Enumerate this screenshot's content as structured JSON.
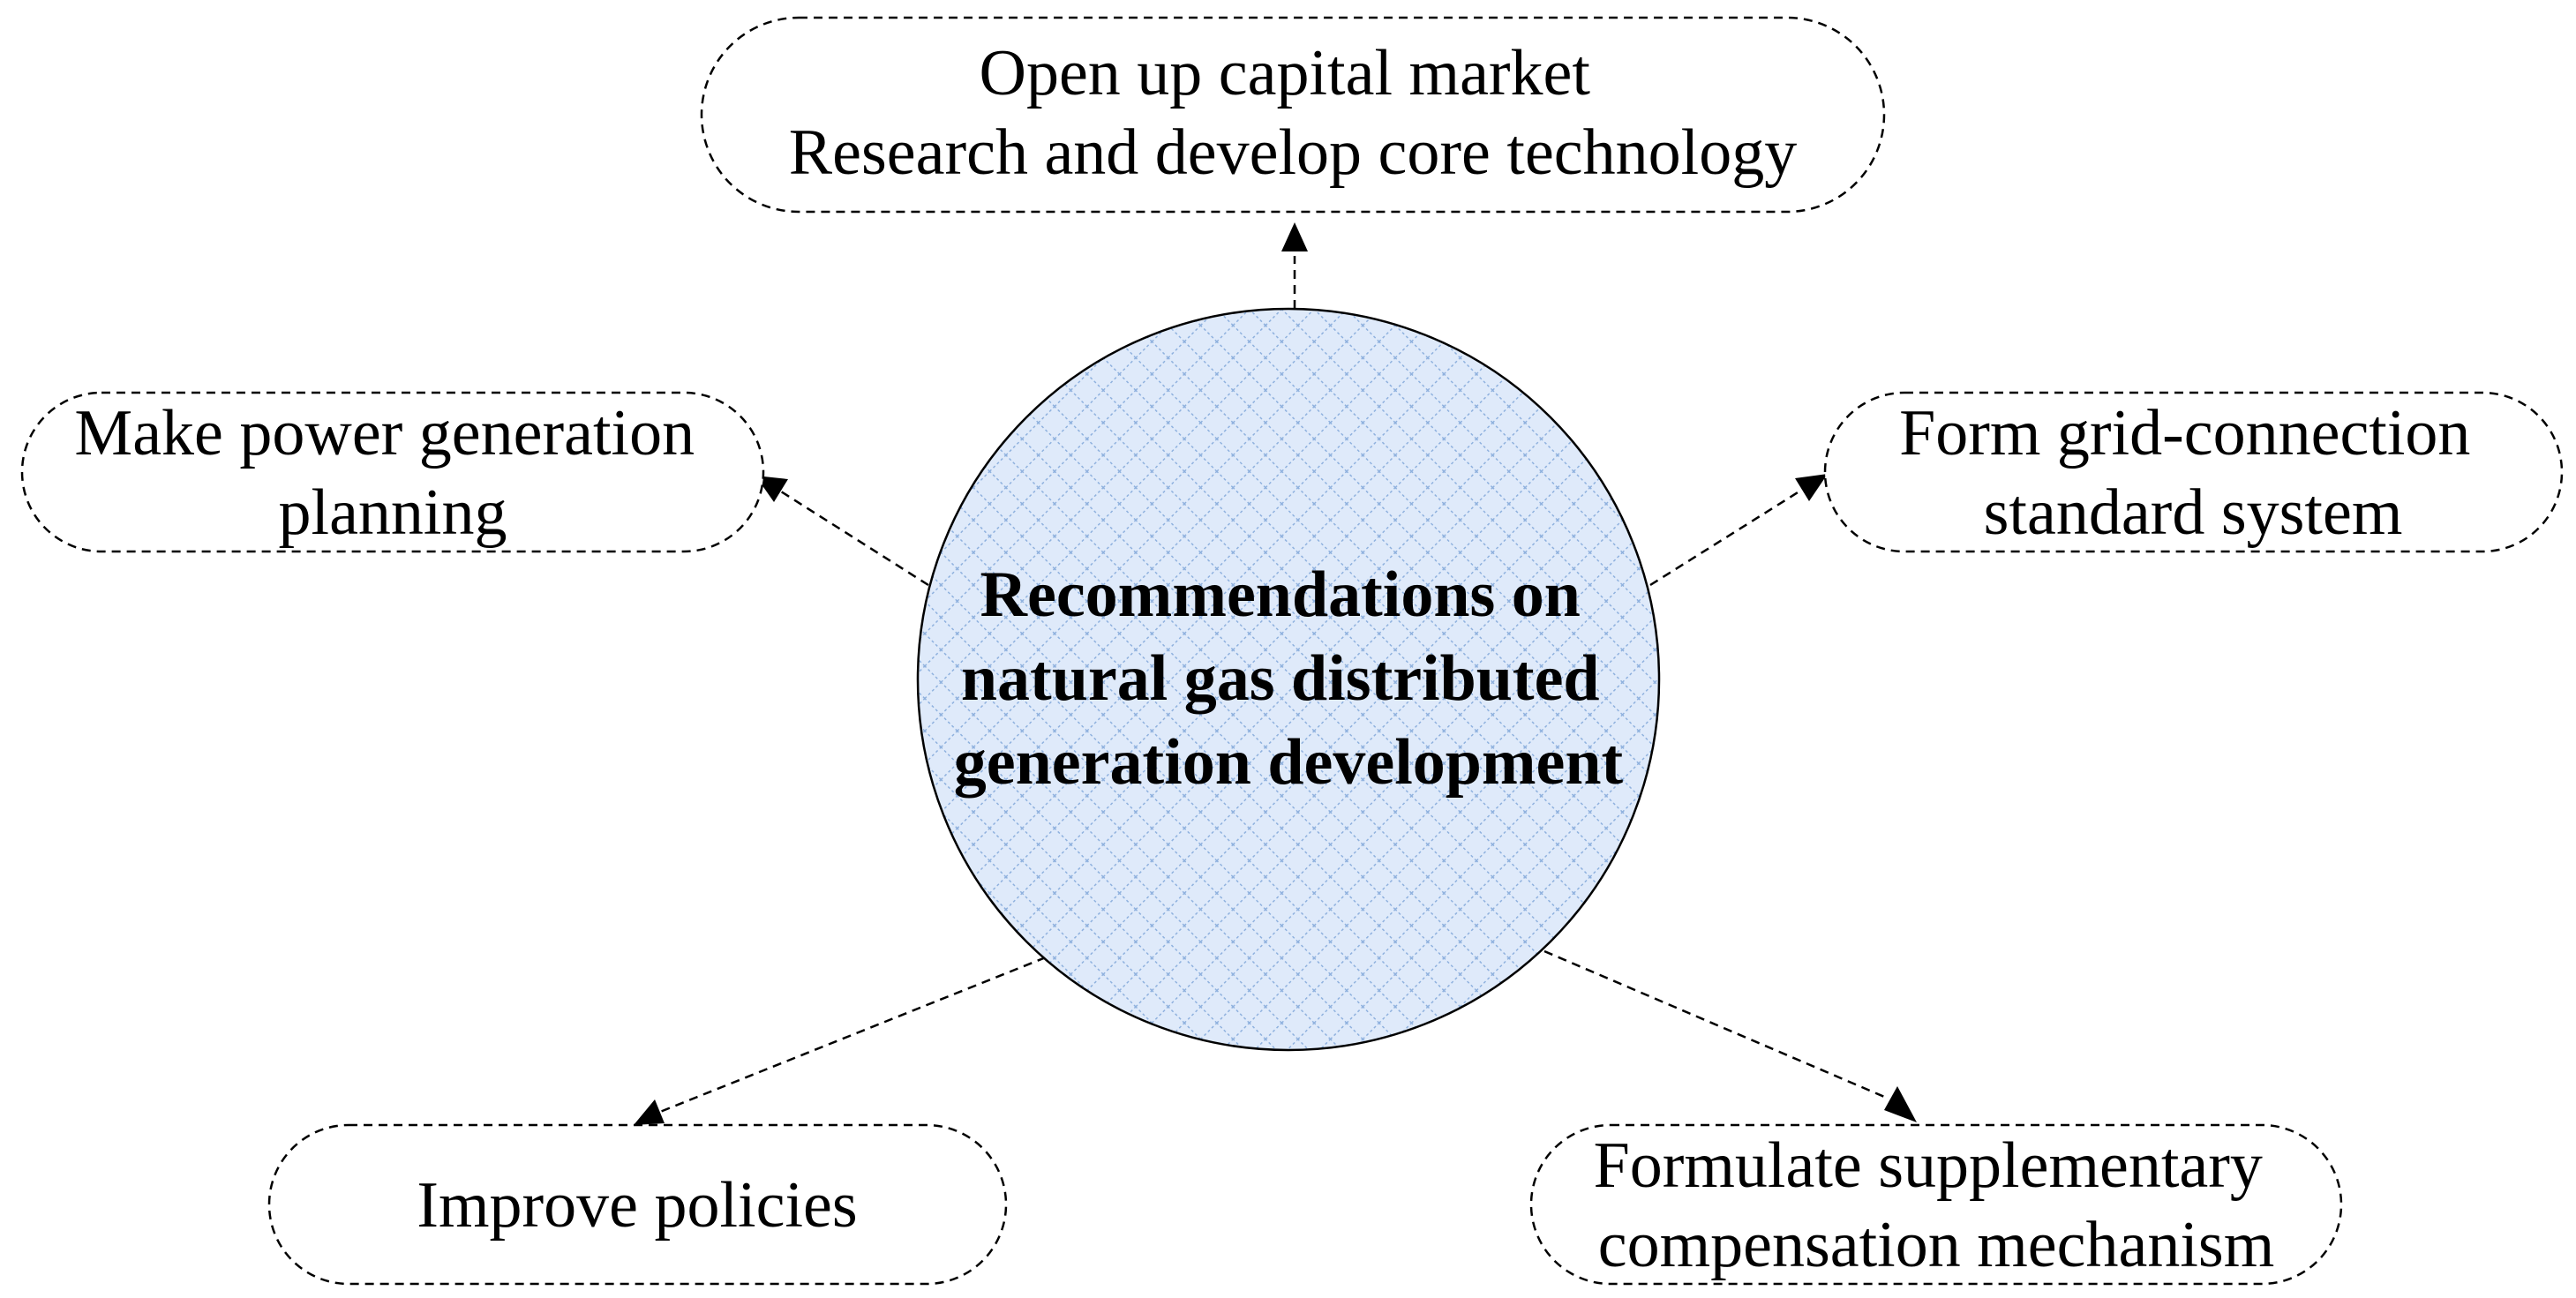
{
  "center": {
    "lines": [
      "Recommendations on",
      "natural gas distributed",
      "generation development"
    ]
  },
  "nodes": {
    "top": {
      "lines": [
        "Open up capital market",
        "Research and develop core technology"
      ]
    },
    "left": {
      "lines": [
        "Make power generation",
        "planning"
      ]
    },
    "right": {
      "lines": [
        "Form grid-connection",
        "standard system"
      ]
    },
    "bottom_left": {
      "lines": [
        "Improve policies"
      ]
    },
    "bottom_right": {
      "lines": [
        "Formulate supplementary",
        "compensation mechanism"
      ]
    }
  },
  "colors": {
    "center_fill": "#dfeafa",
    "center_hatch": "#8fb1de",
    "line": "#000000"
  }
}
